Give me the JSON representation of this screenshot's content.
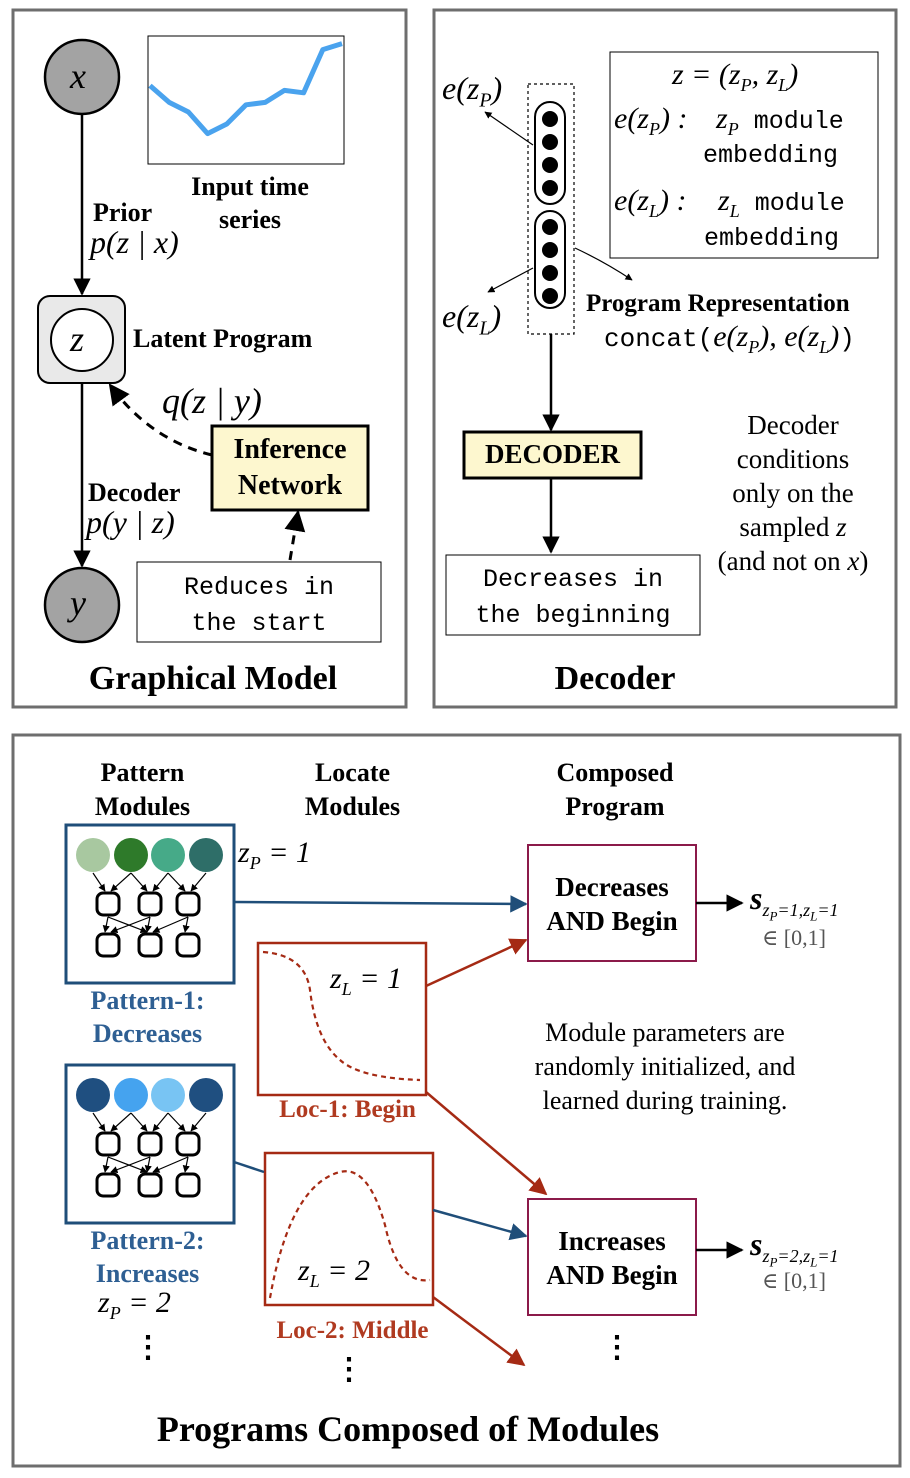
{
  "panels": {
    "graphical_model": {
      "caption": "Graphical Model",
      "node_x": "x",
      "node_z": "z",
      "node_y": "y",
      "input_series_label": [
        "Input time",
        "series"
      ],
      "prior_label": "Prior",
      "prior_formula": "p(z|x)",
      "latent_program_label": "Latent Program",
      "posterior_formula": "q(z|y)",
      "inference_network": [
        "Inference",
        "Network"
      ],
      "decoder_label": "Decoder",
      "decoder_formula": "p(y|z)",
      "example_text": [
        "Reduces in",
        "the start"
      ]
    },
    "decoder": {
      "caption": "Decoder",
      "ezp": "e(z_P)",
      "ezl": "e(z_L)",
      "def_line": "z = (z_P, z_L)",
      "ezp_def": [
        "e(z_P) :",
        "z_P module",
        "embedding"
      ],
      "ezl_def": [
        "e(z_L) :",
        "z_L module",
        "embedding"
      ],
      "program_rep_title": "Program Representation",
      "program_rep_formula": "concat(e(z_P), e(z_L))",
      "decoder_box": "DECODER",
      "decoder_note": [
        "Decoder",
        "conditions",
        "only on the",
        "sampled z",
        "(and not on x)"
      ],
      "output_text": [
        "Decreases in",
        "the beginning"
      ]
    },
    "programs": {
      "caption": "Programs Composed of Modules",
      "col_pattern": [
        "Pattern",
        "Modules"
      ],
      "col_locate": [
        "Locate",
        "Modules"
      ],
      "col_composed": [
        "Composed",
        "Program"
      ],
      "pattern1": {
        "zp": "z_P = 1",
        "label": [
          "Pattern-1:",
          "Decreases"
        ],
        "colors": [
          "#a8c8a0",
          "#2e7a2a",
          "#46aa88",
          "#2e6e68"
        ]
      },
      "pattern2": {
        "zp": "z_P = 2",
        "label": [
          "Pattern-2:",
          "Increases"
        ],
        "colors": [
          "#1f4f80",
          "#45a3ef",
          "#78c4f3",
          "#1f4f80"
        ]
      },
      "loc1": {
        "zl": "z_L = 1",
        "label": "Loc-1: Begin"
      },
      "loc2": {
        "zl": "z_L = 2",
        "label": "Loc-2: Middle"
      },
      "prog1": {
        "text": [
          "Decreases",
          "AND Begin"
        ],
        "score": "s",
        "sub": "z_P=1,z_L=1",
        "range": "∈ [0,1]"
      },
      "prog2": {
        "text": [
          "Increases",
          "AND Begin"
        ],
        "score": "s",
        "sub": "z_P=2,z_L=1",
        "range": "∈ [0,1]"
      },
      "note": [
        "Module parameters are",
        "randomly initialized, and",
        "learned during training."
      ],
      "ellipsis": "⋮"
    },
    "colors": {
      "pattern_blue": "#1f4e79",
      "loc_red": "#a52a14",
      "program_border": "#8b1a4a",
      "yellow_fill": "#fdf7cf",
      "series_line": "#4aa3ee",
      "node_gray": "#999999"
    }
  },
  "input_series": [
    0.62,
    0.48,
    0.4,
    0.22,
    0.3,
    0.46,
    0.48,
    0.58,
    0.56,
    0.92,
    0.97
  ]
}
